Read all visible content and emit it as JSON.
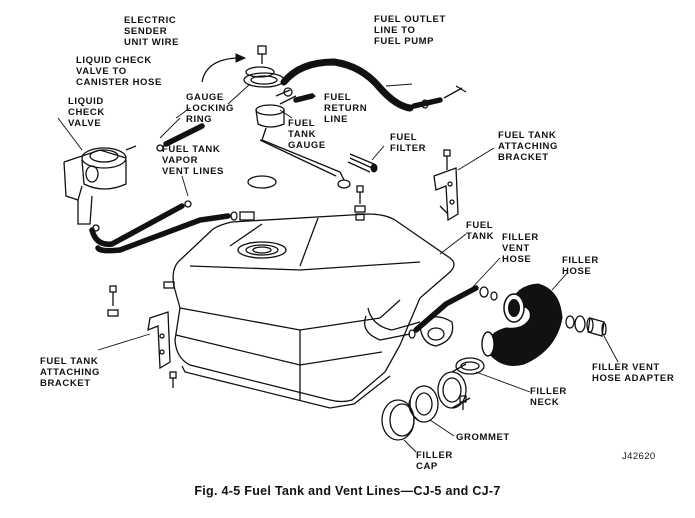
{
  "labels": {
    "electric_sender": "ELECTRIC\nSENDER\nUNIT WIRE",
    "fuel_outlet": "FUEL OUTLET\nLINE TO\nFUEL PUMP",
    "liquid_check_canister": "LIQUID CHECK\nVALVE TO\nCANISTER HOSE",
    "liquid_check_valve": "LIQUID\nCHECK\nVALVE",
    "gauge_locking_ring": "GAUGE\nLOCKING\nRING",
    "fuel_return": "FUEL\nRETURN\nLINE",
    "fuel_tank_gauge": "FUEL\nTANK\nGAUGE",
    "fuel_filter": "FUEL\nFILTER",
    "vapor_vent_lines": "FUEL TANK\nVAPOR\nVENT LINES",
    "bracket_right": "FUEL TANK\nATTACHING\nBRACKET",
    "fuel_tank": "FUEL\nTANK",
    "filler_vent_hose": "FILLER\nVENT\nHOSE",
    "filler_hose": "FILLER\nHOSE",
    "bracket_left": "FUEL TANK\nATTACHING\nBRACKET",
    "filler_vent_adapter": "FILLER VENT\nHOSE ADAPTER",
    "filler_neck": "FILLER\nNECK",
    "grommet": "GROMMET",
    "filler_cap": "FILLER\nCAP"
  },
  "reference_code": "J42620",
  "caption": "Fig. 4-5  Fuel Tank and Vent Lines—CJ-5 and CJ-7"
}
